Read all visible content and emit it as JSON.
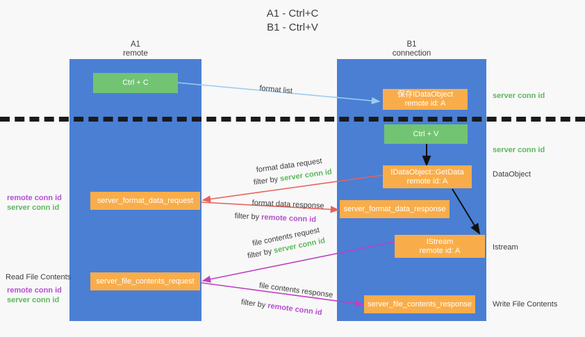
{
  "title": {
    "line1": "A1 - Ctrl+C",
    "line2": "B1 - Ctrl+V"
  },
  "lanes": [
    {
      "name": "A1",
      "subtitle": "remote"
    },
    {
      "name": "B1",
      "subtitle": "connection"
    }
  ],
  "boxes": {
    "ctrl_c": "Ctrl + C",
    "ctrl_v": "Ctrl + V",
    "save_dataobject_l1": "保存IDataObject",
    "save_dataobject_l2": "remote id: A",
    "getdata_l1": "IDataObject::GetData",
    "getdata_l2": "remote id: A",
    "istream_l1": "IStream",
    "istream_l2": "remote id: A",
    "server_format_data_request": "server_format_data_request",
    "server_format_data_response": "server_format_data_response",
    "server_file_contents_request": "server_file_contents_request",
    "server_file_contents_response": "server_file_contents_response"
  },
  "edge_labels": {
    "format_list": "format list",
    "format_data_request": "format data request",
    "format_data_request_filter_prefix": "filter by ",
    "format_data_request_filter_key": "server conn id",
    "format_data_response": "format data response",
    "format_data_response_filter_prefix": "filter by ",
    "format_data_response_filter_key": "remote conn id",
    "file_contents_request": "file contents request",
    "file_contents_request_filter_prefix": "filter by ",
    "file_contents_request_filter_key": "server conn id",
    "file_contents_response": "file contents response",
    "file_contents_response_filter_prefix": "filter by ",
    "file_contents_response_filter_key": "remote conn id"
  },
  "right_annotations": [
    {
      "text": "server conn id",
      "kind": "server"
    },
    {
      "text": "server conn id",
      "kind": "server"
    },
    {
      "text": "DataObject",
      "kind": "plain"
    },
    {
      "text": "Istream",
      "kind": "plain"
    },
    {
      "text": "Write File Contents",
      "kind": "plain"
    }
  ],
  "left_annotations": {
    "group1_remote": "remote conn id",
    "group1_server": "server conn id",
    "read_file_contents": "Read File Contents",
    "group2_remote": "remote conn id",
    "group2_server": "server conn id"
  },
  "colors": {
    "background": "#f8f8f8",
    "lane": "#4a7fd4",
    "green_box": "#72c472",
    "orange_box": "#f9ad4a",
    "divider": "#1a1a1a",
    "arrow_blue": "#9dcbf0",
    "arrow_red": "#e8615a",
    "arrow_purple": "#c040c0",
    "arrow_black": "#111111",
    "server_conn_text": "#5cb85c",
    "remote_conn_text": "#b44fd0",
    "text": "#3c3c3c"
  }
}
